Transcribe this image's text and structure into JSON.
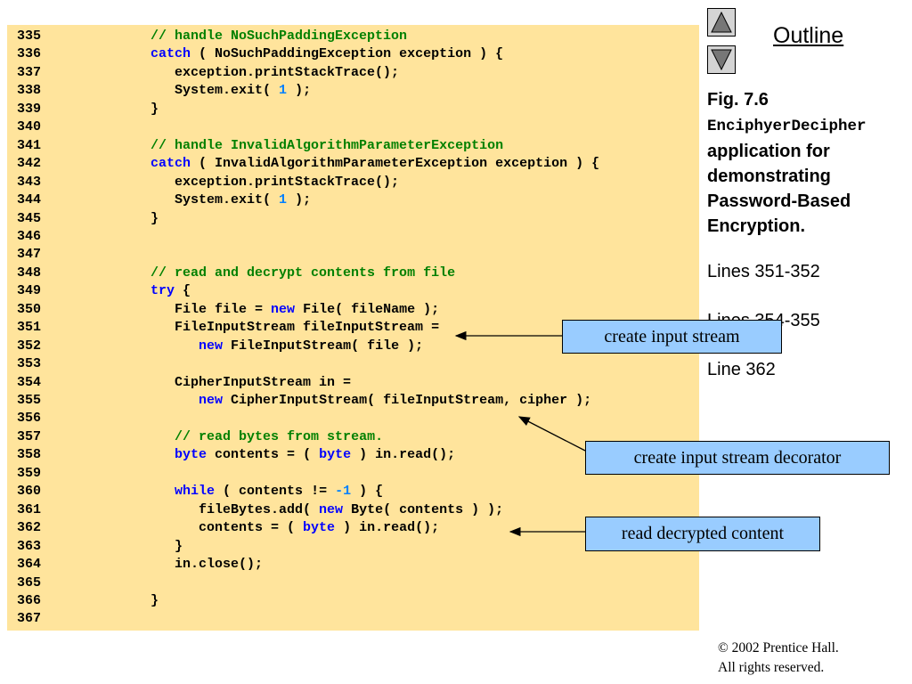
{
  "code": {
    "lines": [
      {
        "num": "335",
        "tokens": [
          {
            "t": "         "
          },
          {
            "t": "// handle NoSuchPaddingException",
            "k": "comment"
          }
        ]
      },
      {
        "num": "336",
        "tokens": [
          {
            "t": "         "
          },
          {
            "t": "catch",
            "k": "keyword"
          },
          {
            "t": " ( NoSuchPaddingException exception ) {"
          }
        ]
      },
      {
        "num": "337",
        "tokens": [
          {
            "t": "            exception.printStackTrace();"
          }
        ]
      },
      {
        "num": "338",
        "tokens": [
          {
            "t": "            System.exit( "
          },
          {
            "t": "1",
            "k": "number"
          },
          {
            "t": " );"
          }
        ]
      },
      {
        "num": "339",
        "tokens": [
          {
            "t": "         }"
          }
        ]
      },
      {
        "num": "340",
        "tokens": []
      },
      {
        "num": "341",
        "tokens": [
          {
            "t": "         "
          },
          {
            "t": "// handle InvalidAlgorithmParameterException",
            "k": "comment"
          }
        ]
      },
      {
        "num": "342",
        "tokens": [
          {
            "t": "         "
          },
          {
            "t": "catch",
            "k": "keyword"
          },
          {
            "t": " ( InvalidAlgorithmParameterException exception ) {"
          }
        ]
      },
      {
        "num": "343",
        "tokens": [
          {
            "t": "            exception.printStackTrace();"
          }
        ]
      },
      {
        "num": "344",
        "tokens": [
          {
            "t": "            System.exit( "
          },
          {
            "t": "1",
            "k": "number"
          },
          {
            "t": " );"
          }
        ]
      },
      {
        "num": "345",
        "tokens": [
          {
            "t": "         }"
          }
        ]
      },
      {
        "num": "346",
        "tokens": []
      },
      {
        "num": "347",
        "tokens": []
      },
      {
        "num": "348",
        "tokens": [
          {
            "t": "         "
          },
          {
            "t": "// read and decrypt contents from file",
            "k": "comment"
          }
        ]
      },
      {
        "num": "349",
        "tokens": [
          {
            "t": "         "
          },
          {
            "t": "try",
            "k": "keyword"
          },
          {
            "t": " {"
          }
        ]
      },
      {
        "num": "350",
        "tokens": [
          {
            "t": "            File file = "
          },
          {
            "t": "new",
            "k": "keyword"
          },
          {
            "t": " File( fileName );"
          }
        ]
      },
      {
        "num": "351",
        "tokens": [
          {
            "t": "            FileInputStream fileInputStream ="
          }
        ]
      },
      {
        "num": "352",
        "tokens": [
          {
            "t": "               "
          },
          {
            "t": "new",
            "k": "keyword"
          },
          {
            "t": " FileInputStream( file );"
          }
        ]
      },
      {
        "num": "353",
        "tokens": []
      },
      {
        "num": "354",
        "tokens": [
          {
            "t": "            CipherInputStream in ="
          }
        ]
      },
      {
        "num": "355",
        "tokens": [
          {
            "t": "               "
          },
          {
            "t": "new",
            "k": "keyword"
          },
          {
            "t": " CipherInputStream( fileInputStream, cipher );"
          }
        ]
      },
      {
        "num": "356",
        "tokens": []
      },
      {
        "num": "357",
        "tokens": [
          {
            "t": "            "
          },
          {
            "t": "// read bytes from stream.",
            "k": "comment"
          }
        ]
      },
      {
        "num": "358",
        "tokens": [
          {
            "t": "            "
          },
          {
            "t": "byte",
            "k": "keyword"
          },
          {
            "t": " contents = ( "
          },
          {
            "t": "byte",
            "k": "keyword"
          },
          {
            "t": " ) in.read();"
          }
        ]
      },
      {
        "num": "359",
        "tokens": []
      },
      {
        "num": "360",
        "tokens": [
          {
            "t": "            "
          },
          {
            "t": "while",
            "k": "keyword"
          },
          {
            "t": " ( contents != "
          },
          {
            "t": "-1",
            "k": "number"
          },
          {
            "t": " ) {"
          }
        ]
      },
      {
        "num": "361",
        "tokens": [
          {
            "t": "               fileBytes.add( "
          },
          {
            "t": "new",
            "k": "keyword"
          },
          {
            "t": " Byte( contents ) );"
          }
        ]
      },
      {
        "num": "362",
        "tokens": [
          {
            "t": "               contents = ( "
          },
          {
            "t": "byte",
            "k": "keyword"
          },
          {
            "t": " ) in.read();"
          }
        ]
      },
      {
        "num": "363",
        "tokens": [
          {
            "t": "            }"
          }
        ]
      },
      {
        "num": "364",
        "tokens": [
          {
            "t": "            in.close();"
          }
        ]
      },
      {
        "num": "365",
        "tokens": []
      },
      {
        "num": "366",
        "tokens": [
          {
            "t": "         }"
          }
        ]
      },
      {
        "num": "367",
        "tokens": []
      }
    ]
  },
  "sidebar": {
    "outline_label": "Outline",
    "nav_up_icon": "triangle-up-icon",
    "nav_down_icon": "triangle-down-icon",
    "fig_label": "Fig. 7.6",
    "fig_class_name": "EnciphyerDecipher",
    "fig_description": "application for demonstrating Password-Based Encryption.",
    "line_refs": [
      "Lines 351-352",
      "Lines 354-355",
      "Line 362"
    ]
  },
  "callouts": {
    "input_stream": "create input stream",
    "decorator": "create input stream decorator",
    "read_content": "read decrypted content"
  },
  "footer": {
    "copyright_line1": "© 2002 Prentice Hall.",
    "copyright_line2": "All rights reserved."
  },
  "colors": {
    "code_background": "#ffe49c",
    "keyword": "#0000ff",
    "comment": "#008000",
    "number": "#0080ff",
    "callout_fill": "#99ccff",
    "nav_button": "#d4d4d4"
  }
}
